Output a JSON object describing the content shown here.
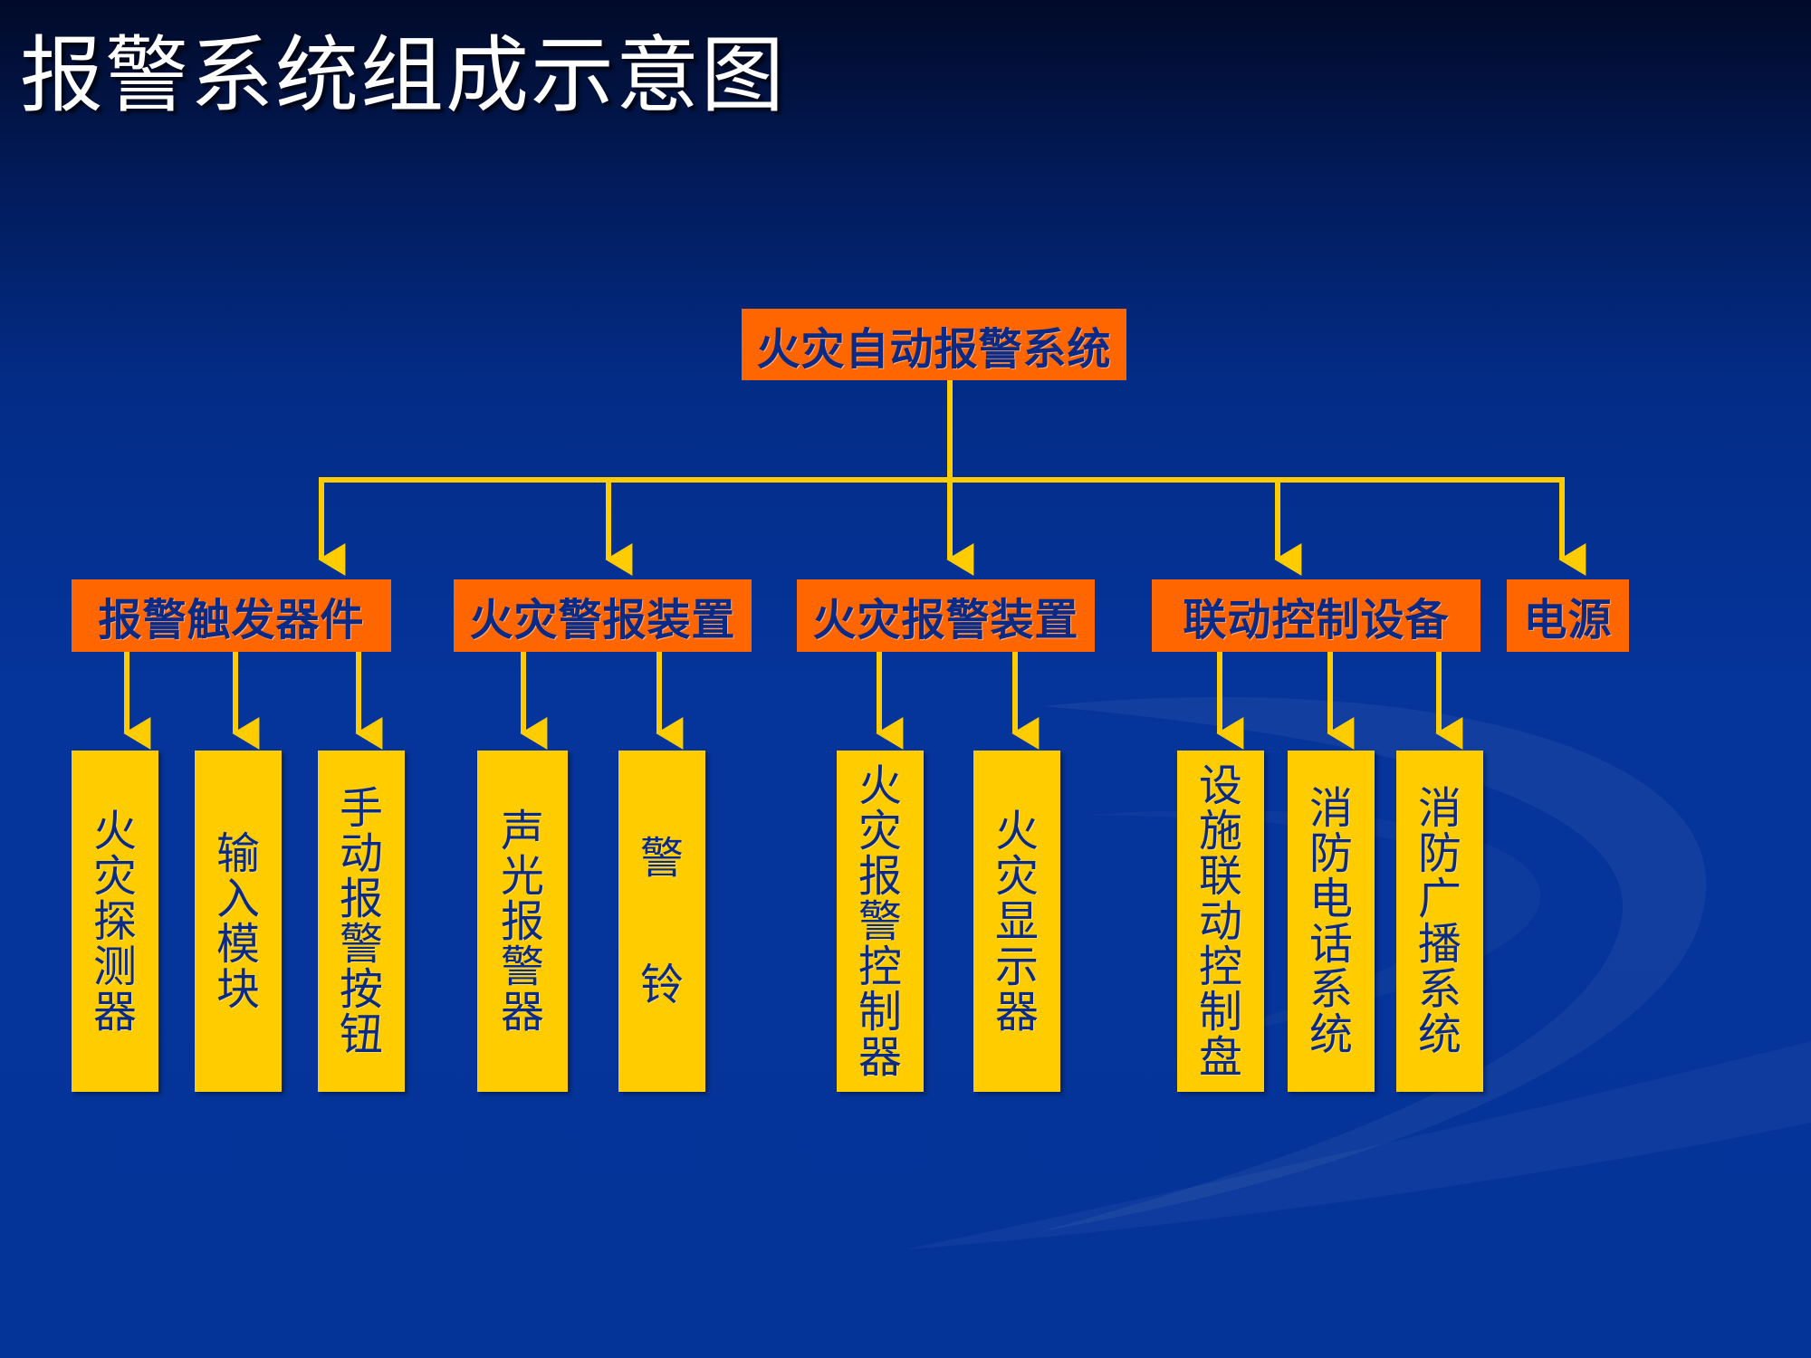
{
  "title": "报警系统组成示意图",
  "diagram": {
    "root": "火灾自动报警系统",
    "categories": [
      "报警触发器件",
      "火灾警报装置",
      "火灾报警装置",
      "联动控制设备",
      "电源"
    ],
    "leaves": [
      "火灾探测器",
      "输入模块",
      "手动报警按钮",
      "声光报警器",
      "警铃",
      "火灾报警控制器",
      "火灾显示器",
      "设施联动控制盘",
      "消防电话系统",
      "消防广播系统"
    ]
  },
  "colors": {
    "background_top": "#010a28",
    "background_main": "#053499",
    "box_orange": "#ff6600",
    "box_yellow": "#ffcc00",
    "connector": "#ffcc00",
    "box_text": "#0b2a86",
    "title_text": "#ffffff"
  }
}
